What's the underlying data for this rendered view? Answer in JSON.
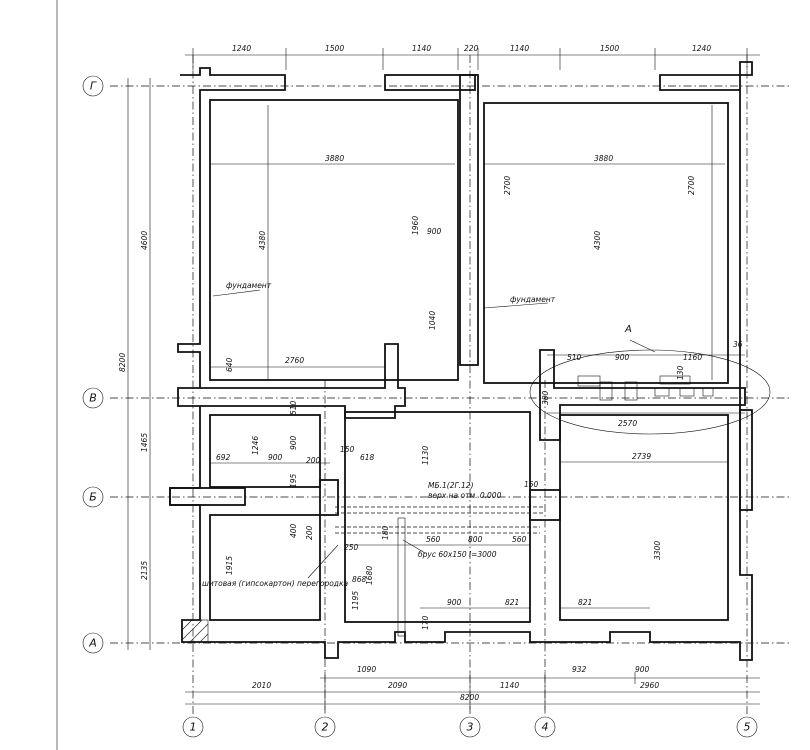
{
  "axes": {
    "letters": [
      "Г",
      "В",
      "Б",
      "А"
    ],
    "numbers": [
      "1",
      "2",
      "3",
      "4",
      "5"
    ]
  },
  "dims": {
    "top": [
      "1240",
      "1500",
      "1140",
      "220",
      "1140",
      "1500",
      "1240"
    ],
    "left": [
      "4600",
      "8200",
      "1465",
      "2135"
    ],
    "bottom1": [
      "1090",
      "932",
      "900"
    ],
    "bottom2": [
      "2010",
      "2090",
      "1140",
      "2960"
    ],
    "bottom_total": "8200",
    "room1": [
      "3880",
      "4380",
      "1960",
      "900",
      "1040",
      "2760",
      "640"
    ],
    "room2": [
      "3880",
      "2700",
      "4300",
      "2700"
    ],
    "right_strip": [
      "510",
      "900",
      "1160",
      "36",
      "130",
      "380",
      "2570"
    ],
    "lower_left": [
      "692",
      "900",
      "1246",
      "900",
      "200",
      "510",
      "150",
      "618",
      "1130",
      "195",
      "400",
      "200",
      "1915",
      "250"
    ],
    "lower_mid": [
      "800",
      "560",
      "560",
      "180",
      "868",
      "1680",
      "1195",
      "900",
      "821",
      "170",
      "150"
    ],
    "lower_right": [
      "2739",
      "3300",
      "821"
    ]
  },
  "notes": {
    "foundation1": "фундамент",
    "foundation2": "фундамент",
    "callout": "А",
    "beam": "МБ.1(2Г.12)",
    "beam_level": "верх на отм. 0.000",
    "bar": "брус 60х150 l=3000",
    "partition": "шитовая (гипсокартон) перегородка"
  }
}
